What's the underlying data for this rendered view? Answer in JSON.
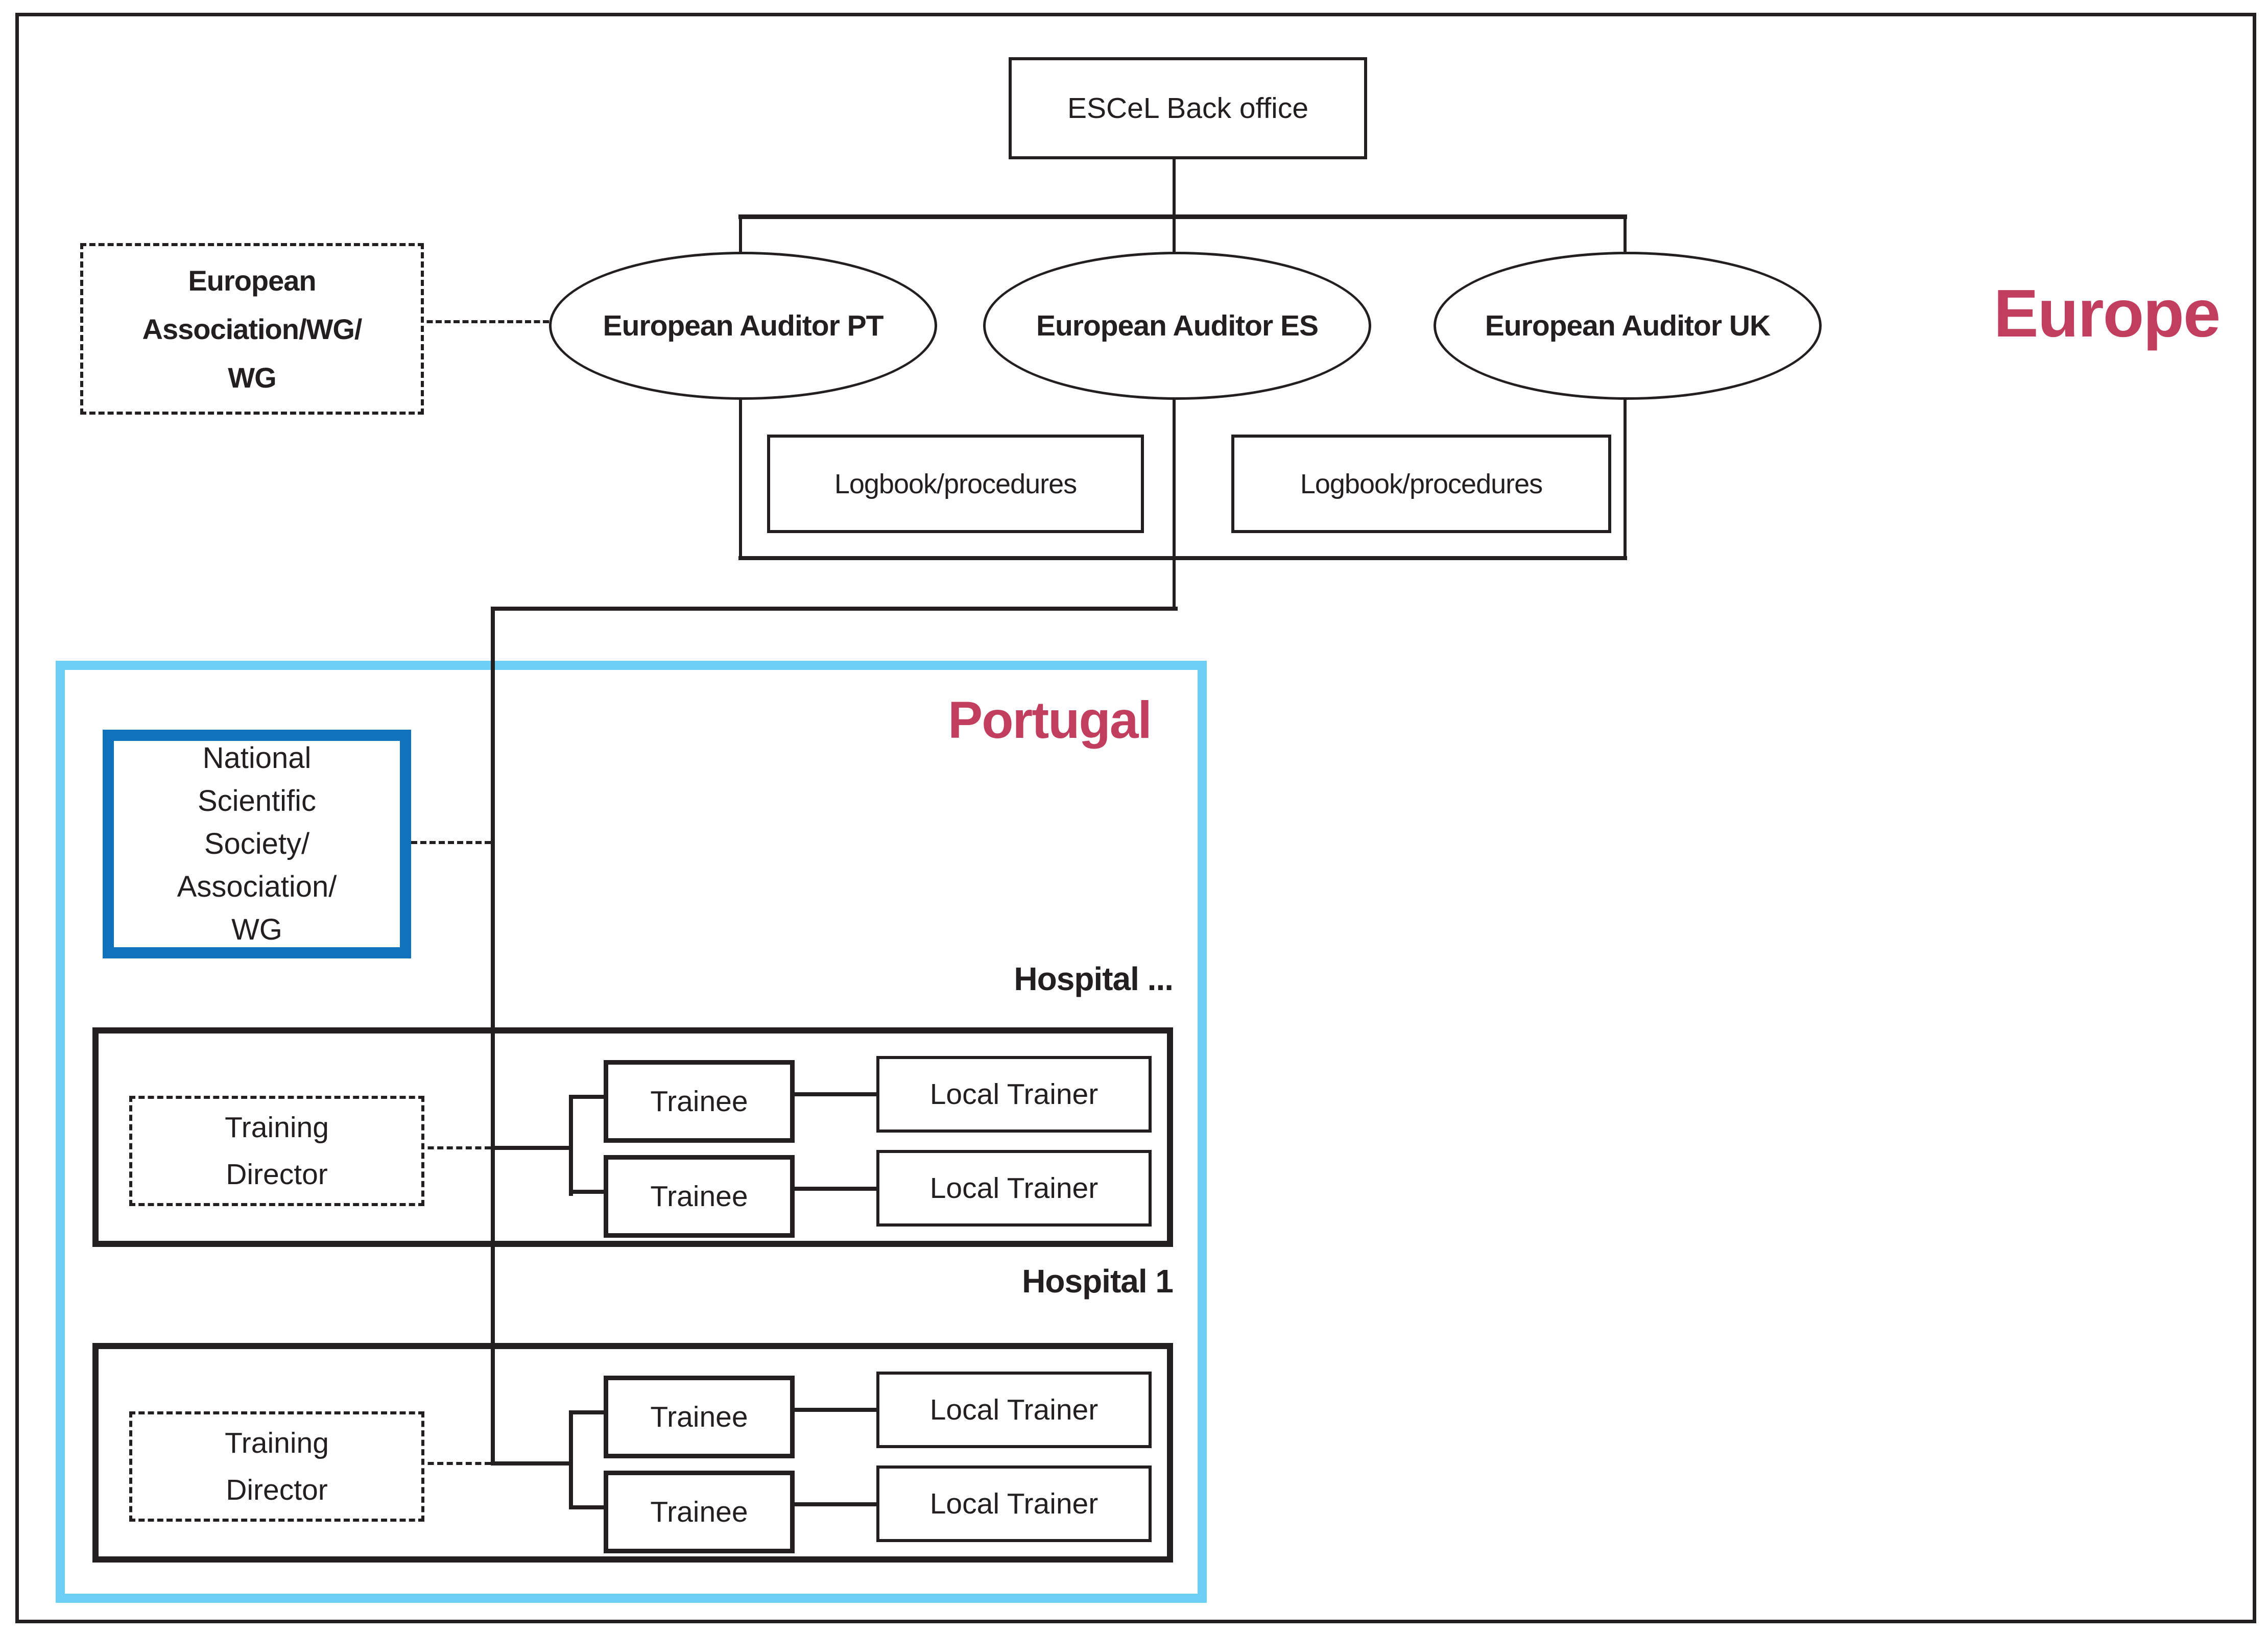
{
  "title": "ESCeL training organisation diagram",
  "colors": {
    "line": "#231F20",
    "portugal_border_cyan": "#6DCFF6",
    "national_border_blue": "#0F72BA",
    "region_label_crimson": "#C23E5F"
  },
  "europe": {
    "region_label": "Europe",
    "back_office": "ESCeL Back office",
    "association": {
      "lines": [
        "European",
        "Association/WG/",
        "WG"
      ]
    },
    "auditors": [
      "European Auditor PT",
      "European Auditor ES",
      "European Auditor UK"
    ],
    "logbooks": [
      "Logbook/procedures",
      "Logbook/procedures"
    ]
  },
  "portugal": {
    "region_label": "Portugal",
    "national_society": {
      "lines": [
        "National",
        "Scientific",
        "Society/",
        "Association/",
        "WG"
      ]
    },
    "hospitals": [
      {
        "label": "Hospital ...",
        "director_lines": [
          "Training",
          "Director"
        ],
        "trainees": [
          "Trainee",
          "Trainee"
        ],
        "trainers": [
          "Local Trainer",
          "Local Trainer"
        ]
      },
      {
        "label": "Hospital 1",
        "director_lines": [
          "Training",
          "Director"
        ],
        "trainees": [
          "Trainee",
          "Trainee"
        ],
        "trainers": [
          "Local Trainer",
          "Local Trainer"
        ]
      }
    ]
  }
}
